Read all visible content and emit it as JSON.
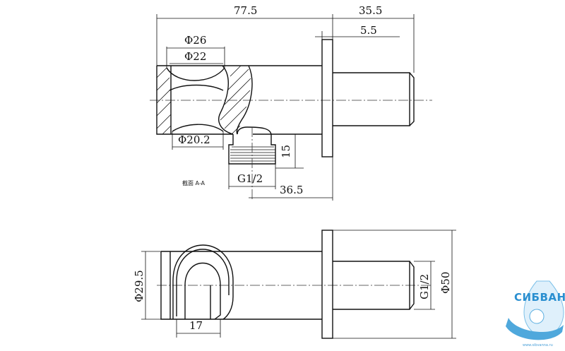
{
  "dimensions": {
    "overall_length": "77.5",
    "flange_to_end": "35.5",
    "flange_thickness": "5.5",
    "outer_diameter": "Φ26",
    "inner_diameter": "Φ22",
    "bore_diameter": "Φ20.2",
    "thread_height": "15",
    "thread_size": "G1/2",
    "outlet_offset": "36.5",
    "body_diameter": "Φ29.5",
    "holder_width": "17",
    "rear_thread": "G1/2",
    "flange_diameter": "Φ50"
  },
  "section_label": "截面 A-A",
  "watermark": {
    "brand": "СИБВАННА",
    "url": "www.sibvanna.ru"
  },
  "colors": {
    "line": "#111111",
    "brand": "#2a8fd0"
  }
}
